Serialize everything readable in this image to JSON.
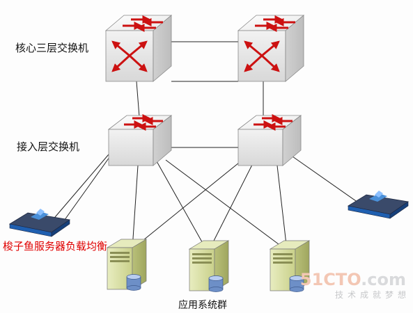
{
  "labels": {
    "core_switch": "核心三层交换机",
    "access_switch": "接入层交换机",
    "load_balancer": "梭子鱼服务器负载均衡",
    "server_group": "应用系统群"
  },
  "watermark": {
    "logo_prefix": "51CTO",
    "logo_suffix": ".com",
    "tagline": "技术成就梦想"
  },
  "colors": {
    "load_balancer_label": "#e00000",
    "arrow_red": "#cc1111",
    "server_body": "#d8dfa0",
    "link_line": "#222222"
  }
}
